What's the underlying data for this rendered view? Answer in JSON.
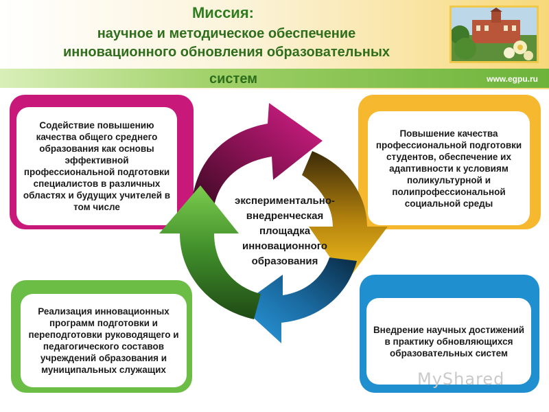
{
  "header": {
    "title": "Миссия:",
    "subtitle_line1": "научное и методическое обеспечение",
    "subtitle_line2": "инновационного обновления образовательных",
    "subtitle_line3": "систем",
    "url": "www.egpu.ru"
  },
  "center": {
    "line1": "экспериментально-",
    "line2": "внедренческая",
    "line3": "площадка",
    "line4": "инновационного",
    "line5": "образования"
  },
  "boxes": {
    "top_left": "Содействие повышению качества общего среднего образования как основы эффективной профессиональной подготовки специалистов в различных областях и будущих учителей в том числе",
    "top_right": "Повышение качества профессиональной подготовки студентов, обеспечение их адаптивности к условиям поликультурной и полипрофессиональной социальной среды",
    "bottom_left": "Реализация инновационных программ подготовки и переподготовки руководящего и педагогического составов учреждений образования и муниципальных служащих",
    "bottom_right": "Внедрение научных достижений в практику обновляющихся образовательных систем"
  },
  "watermark": "MyShared",
  "colors": {
    "magenta": "#c8197a",
    "orange": "#f5b82e",
    "green": "#6cbd45",
    "blue": "#1f8fd0",
    "title_green": "#2e7d1f"
  }
}
